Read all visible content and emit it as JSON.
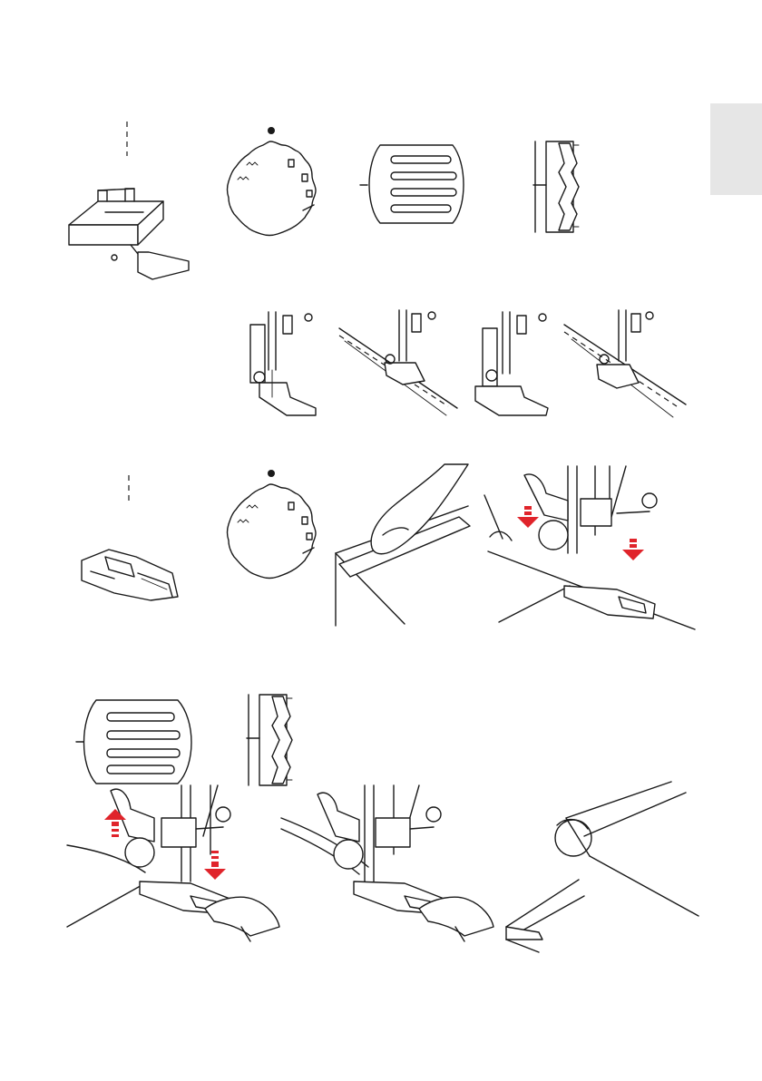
{
  "page": {
    "background": "#ffffff",
    "ink_color": "#1a1a1a",
    "accent_color": "#e0242b",
    "tab_color": "#e6e6e6"
  },
  "figures": [
    {
      "id": "zipper-foot",
      "icon": "zipper-foot-icon"
    },
    {
      "id": "stitch-dial-1",
      "icon": "stitch-selector-dial-icon"
    },
    {
      "id": "stitch-length-knob-1",
      "icon": "stitch-length-knob-icon"
    },
    {
      "id": "needle-position-knob-1",
      "icon": "needle-position-knob-icon"
    },
    {
      "id": "zipper-sewing-steps",
      "icon": "zipper-sewing-steps-icon"
    },
    {
      "id": "hemmer-foot",
      "icon": "hemmer-foot-icon"
    },
    {
      "id": "stitch-dial-2",
      "icon": "stitch-selector-dial-icon"
    },
    {
      "id": "fold-fabric",
      "icon": "fold-fabric-hand-icon"
    },
    {
      "id": "hemmer-feed",
      "icon": "hemmer-foot-feeding-icon"
    },
    {
      "id": "stitch-length-knob-2",
      "icon": "stitch-length-knob-icon"
    },
    {
      "id": "needle-position-knob-2",
      "icon": "needle-position-knob-icon"
    },
    {
      "id": "hemmer-lift-step",
      "icon": "hemmer-lift-presser-icon"
    },
    {
      "id": "hemmer-guide-step",
      "icon": "hemmer-guide-fabric-icon"
    },
    {
      "id": "hem-result",
      "icon": "rolled-hem-result-icon"
    }
  ]
}
